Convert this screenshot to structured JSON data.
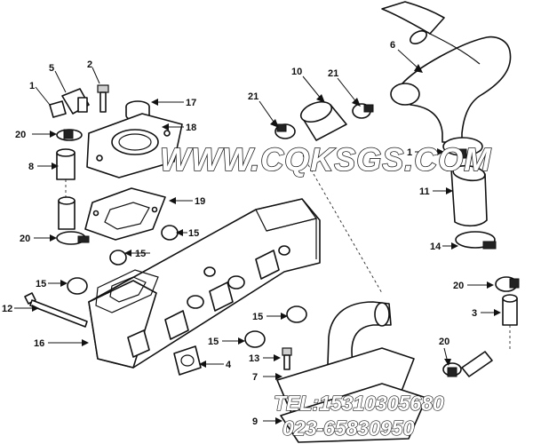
{
  "diagram": {
    "callouts": [
      "1",
      "2",
      "5",
      "17",
      "18",
      "20",
      "8",
      "19",
      "20",
      "15",
      "15",
      "15",
      "12",
      "16",
      "15",
      "15",
      "4",
      "13",
      "7",
      "9",
      "6",
      "10",
      "21",
      "21",
      "1",
      "11",
      "14",
      "20",
      "3",
      "20"
    ],
    "watermark": "WWW.CQKSGS.COM",
    "contact": {
      "tel": "TEL:15310305680",
      "phone": "023-65830950"
    }
  }
}
